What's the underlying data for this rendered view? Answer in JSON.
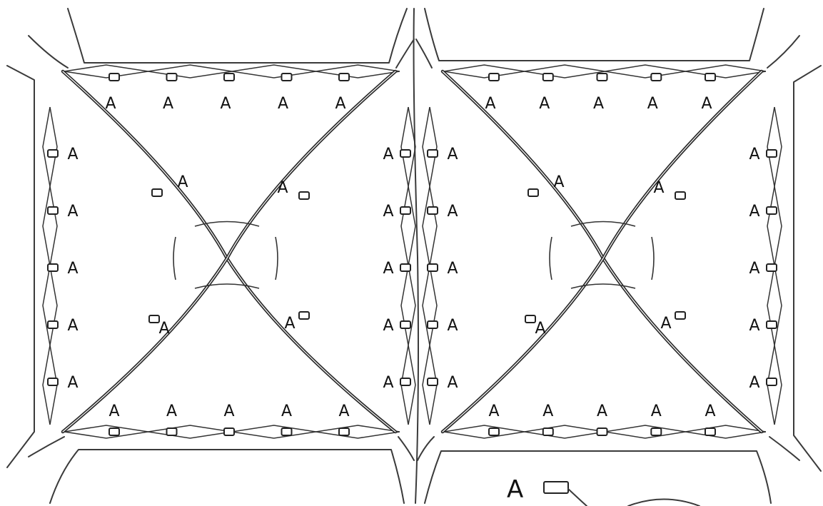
{
  "diagram": {
    "sensor_label": "A",
    "legend": {
      "symbol_label": "A"
    },
    "bays": [
      {
        "labels": [
          "A",
          "A",
          "A",
          "A",
          "A",
          "A",
          "A",
          "A",
          "A",
          "A",
          "A",
          "A",
          "A",
          "A",
          "A",
          "A",
          "A",
          "A",
          "A",
          "A",
          "A",
          "A",
          "A",
          "A"
        ]
      },
      {
        "labels": [
          "A",
          "A",
          "A",
          "A",
          "A",
          "A",
          "A",
          "A",
          "A",
          "A",
          "A",
          "A",
          "A",
          "A",
          "A",
          "A",
          "A",
          "A",
          "A",
          "A",
          "A",
          "A",
          "A",
          "A"
        ]
      }
    ]
  }
}
